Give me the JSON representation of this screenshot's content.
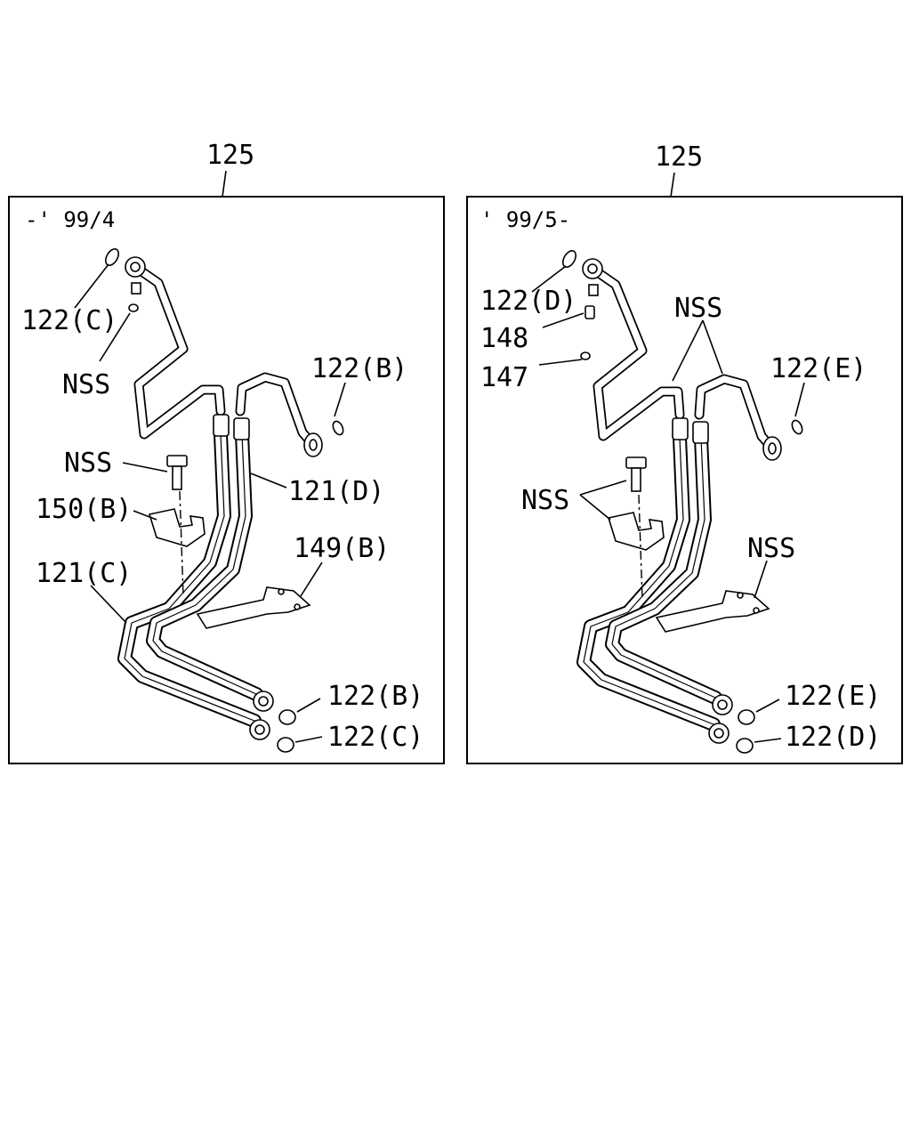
{
  "left_panel": {
    "assembly_number": "125",
    "period": "-' 99/4",
    "callouts": {
      "top_oring": "122(C)",
      "top_nss": "NSS",
      "right_oring": "122(B)",
      "bolt_nss": "NSS",
      "hose_d": "121(D)",
      "clamp": "150(B)",
      "hose_c": "121(C)",
      "bracket": "149(B)",
      "bottom_oring_1": "122(B)",
      "bottom_oring_2": "122(C)"
    }
  },
  "right_panel": {
    "assembly_number": "125",
    "period": "' 99/5-",
    "callouts": {
      "top_oring": "122(D)",
      "part_148": "148",
      "part_147": "147",
      "pipe_nss": "NSS",
      "right_oring": "122(E)",
      "clamp_nss": "NSS",
      "bracket_nss": "NSS",
      "bottom_oring_1": "122(E)",
      "bottom_oring_2": "122(D)"
    }
  }
}
